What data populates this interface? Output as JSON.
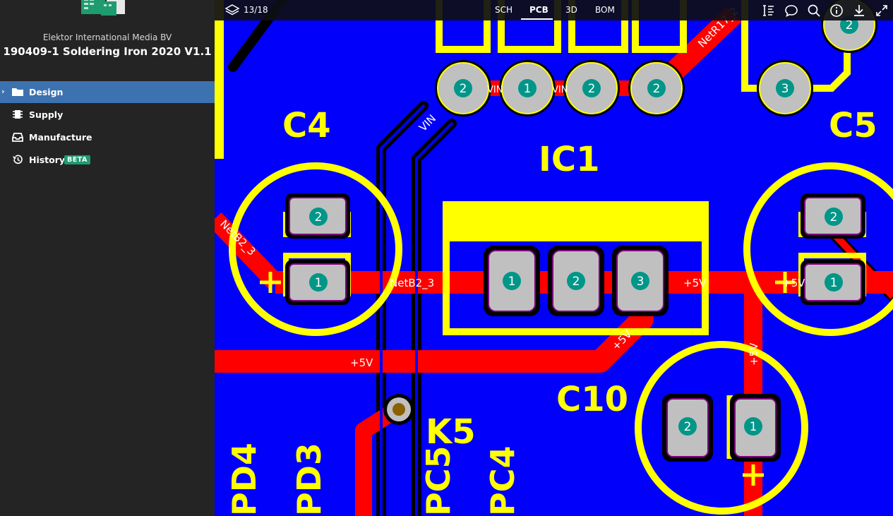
{
  "sidebar": {
    "company": "Elektor International Media BV",
    "project": "190409-1 Soldering Iron 2020 V1.1",
    "items": [
      {
        "label": "Design",
        "icon": "folder-icon",
        "active": true
      },
      {
        "label": "Supply",
        "icon": "chip-icon"
      },
      {
        "label": "Manufacture",
        "icon": "tray-icon"
      },
      {
        "label": "History",
        "icon": "history-icon",
        "badge": "BETA"
      }
    ]
  },
  "toolbar": {
    "page_counter": "13/18",
    "tabs": [
      {
        "label": "SCH"
      },
      {
        "label": "PCB",
        "active": true
      },
      {
        "label": "3D"
      },
      {
        "label": "BOM"
      }
    ],
    "tools": [
      "measure-icon",
      "comment-icon",
      "search-icon",
      "info-icon",
      "download-icon",
      "fullscreen-icon"
    ]
  },
  "pcb": {
    "colors": {
      "background": "#0000fb",
      "copper": "#ff0000",
      "silkscreen": "#ffff00",
      "pad": "#c0c0c0",
      "pad_label": "#009688"
    },
    "designators": [
      "C4",
      "IC1",
      "C5",
      "C10",
      "K5"
    ],
    "connector_pins": [
      "PD4",
      "PD3",
      "PC5",
      "PC4"
    ],
    "net_labels": [
      "VIN",
      "VIN",
      "VIN",
      "NetB2_3",
      "+5V",
      "+5V",
      "+5V",
      "+5V",
      "NetB2_3",
      "NetR17_2",
      "+5V"
    ],
    "pad_numbers": {
      "ic_top": [
        "2",
        "1",
        "2",
        "2"
      ],
      "right_top": [
        "2",
        "3"
      ],
      "c4": [
        "2",
        "1"
      ],
      "ic1": [
        "1",
        "2",
        "3"
      ],
      "c5": [
        "2",
        "1"
      ],
      "c10": [
        "2",
        "1"
      ]
    },
    "polarity_marks": [
      "+",
      "+",
      "+"
    ]
  }
}
